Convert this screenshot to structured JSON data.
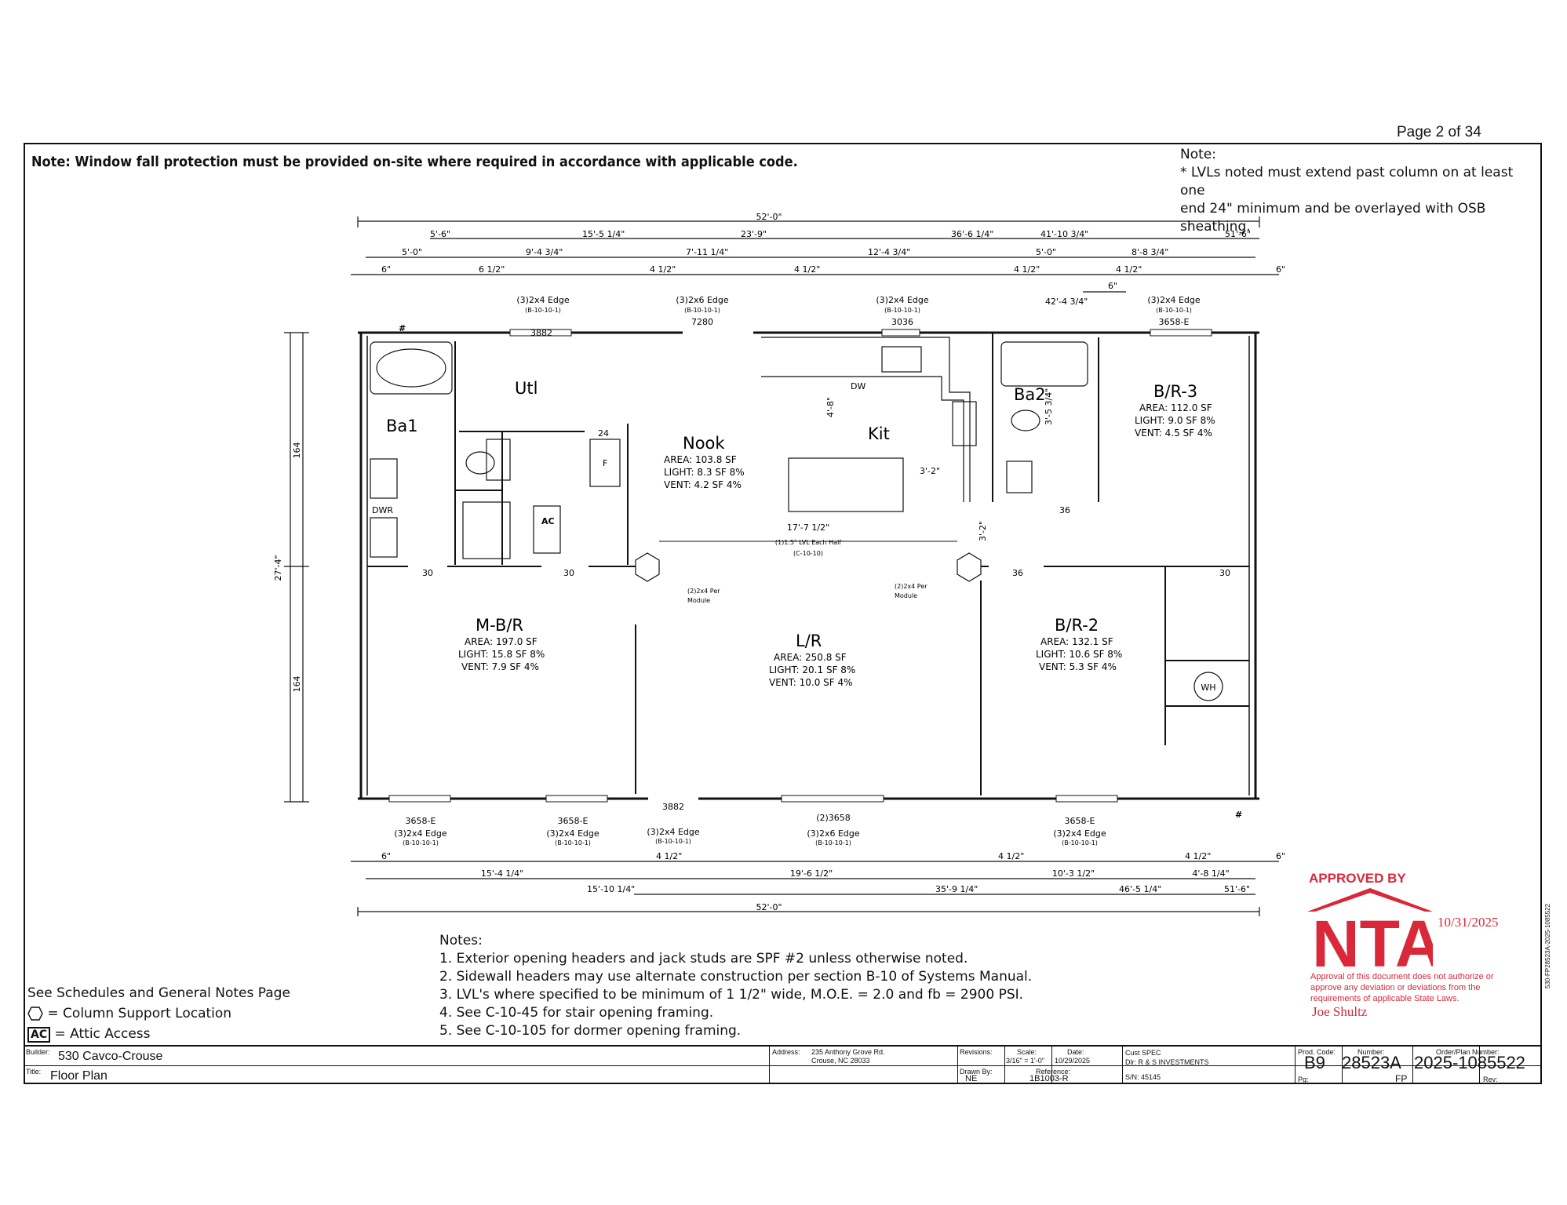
{
  "page_label": "Page 2 of 34",
  "top_note": "Note:  Window fall protection must be provided on-site where required in accordance with applicable code.",
  "lvl_note": {
    "heading": "Note:",
    "line1": "* LVLs noted must extend past column on at least one",
    "line2": "end 24\" minimum and be overlayed with OSB sheathing."
  },
  "dimensions_top": {
    "overall": "52'-0\"",
    "d1": "5'-6\"",
    "d2": "15'-5 1/4\"",
    "d3": "23'-9\"",
    "d4": "36'-6 1/4\"",
    "d5": "41'-10 3/4\"",
    "d6": "51'-6\"",
    "e1": "5'-0\"",
    "e2": "9'-4 3/4\"",
    "e3": "7'-11 1/4\"",
    "e4": "12'-4 3/4\"",
    "e5": "5'-0\"",
    "e6": "8'-8 3/4\"",
    "f1": "6\"",
    "f2": "6 1/2\"",
    "f3": "4 1/2\"",
    "f4": "4 1/2\"",
    "f5": "4 1/2\"",
    "f6": "4 1/2\"",
    "f7": "6\"",
    "g1": "6\"",
    "g2": "42'-4 3/4\""
  },
  "dimensions_bottom": {
    "overall": "52'-0\"",
    "a1": "6\"",
    "a2": "4 1/2\"",
    "a3": "4 1/2\"",
    "a4": "4 1/2\"",
    "a5": "6\"",
    "b1": "15'-4 1/4\"",
    "b2": "19'-6 1/2\"",
    "b3": "10'-3 1/2\"",
    "b4": "4'-8 1/4\"",
    "c1": "15'-10 1/4\"",
    "c2": "35'-9 1/4\"",
    "c3": "46'-5 1/4\"",
    "c4": "51'-6\""
  },
  "dimensions_left": {
    "overall": "27'-4\"",
    "upper": "164",
    "lower": "164"
  },
  "openings_top": [
    {
      "header": "(3)2x4 Edge",
      "ref": "(B-10-10-1)",
      "size": "3882"
    },
    {
      "header": "(3)2x6 Edge",
      "ref": "(B-10-10-1)",
      "size": "7280"
    },
    {
      "header": "(3)2x4 Edge",
      "ref": "(B-10-10-1)",
      "size": "3036"
    },
    {
      "header": "(3)2x4 Edge",
      "ref": "(B-10-10-1)",
      "size": "3658-E"
    }
  ],
  "openings_bottom": [
    {
      "size": "3658-E",
      "header": "(3)2x4 Edge",
      "ref": "(B-10-10-1)"
    },
    {
      "size": "3658-E",
      "header": "(3)2x4 Edge",
      "ref": "(B-10-10-1)"
    },
    {
      "size": "3882",
      "header": "(3)2x4 Edge",
      "ref": "(B-10-10-1)"
    },
    {
      "size": "(2)3658",
      "header": "(3)2x6 Edge",
      "ref": "(B-10-10-1)"
    },
    {
      "size": "3658-E",
      "header": "(3)2x4 Edge",
      "ref": "(B-10-10-1)"
    }
  ],
  "rooms": {
    "ba1": "Ba1",
    "utl": "Utl",
    "nook": {
      "name": "Nook",
      "area": "AREA: 103.8 SF",
      "light": "LIGHT: 8.3 SF 8%",
      "vent": "VENT: 4.2 SF 4%"
    },
    "kit": "Kit",
    "ba2": "Ba2",
    "br3": {
      "name": "B/R-3",
      "area": "AREA: 112.0 SF",
      "light": "LIGHT: 9.0 SF 8%",
      "vent": "VENT: 4.5 SF 4%"
    },
    "mbr": {
      "name": "M-B/R",
      "area": "AREA: 197.0 SF",
      "light": "LIGHT: 15.8 SF 8%",
      "vent": "VENT: 7.9 SF 4%"
    },
    "lr": {
      "name": "L/R",
      "area": "AREA: 250.8 SF",
      "light": "LIGHT: 20.1 SF 8%",
      "vent": "VENT: 10.0 SF 4%"
    },
    "br2": {
      "name": "B/R-2",
      "area": "AREA: 132.1 SF",
      "light": "LIGHT: 10.6 SF 8%",
      "vent": "VENT: 5.3 SF 4%"
    }
  },
  "fixtures": {
    "dwr": "DWR",
    "ac": "AC",
    "f": "F",
    "dw": "DW",
    "wh": "WH",
    "hash": "#",
    "door30": "30",
    "door36": "36",
    "door24": "24",
    "kit_dim1": "4'-8\"",
    "kit_dim2": "3'-2\"",
    "ba2_dim": "3'-5 3/4\"",
    "lr_dim": "3'-2\""
  },
  "beam": {
    "span": "17'-7 1/2\"",
    "spec": "(1)1.5\" LVL Each Half",
    "ref": "(C-10-10)"
  },
  "posts": {
    "left": "(2)2x4 Per",
    "left2": "Module",
    "right": "(2)2x4 Per",
    "right2": "Module"
  },
  "notes": {
    "heading": "Notes:",
    "items": [
      "1. Exterior opening headers and jack studs are SPF #2 unless otherwise noted.",
      "2. Sidewall headers may use alternate construction per section B-10 of Systems Manual.",
      "3. LVL's where specified to be minimum of 1 1/2\" wide, M.O.E. = 2.0 and fb = 2900 PSI.",
      "4. See C-10-45 for stair opening framing.",
      "5. See C-10-105 for dormer opening framing."
    ]
  },
  "legend": {
    "schedules": "See Schedules and General Notes Page",
    "column": "= Column Support Location",
    "ac_icon": "AC",
    "attic": "= Attic Access"
  },
  "title_block": {
    "builder_label": "Builder:",
    "builder": "530 Cavco-Crouse",
    "title_label": "Title:",
    "title": "Floor Plan",
    "address_label": "Address:",
    "address1": "235 Anthony Grove Rd.",
    "address2": "Crouse, NC 28033",
    "revisions_label": "Revisions:",
    "drawn_label": "Drawn By:",
    "drawn": "NE",
    "scale_label": "Scale:",
    "scale": "3/16\" = 1'-0\"",
    "date_label": "Date:",
    "date": "10/29/2025",
    "reference_label": "Reference:",
    "reference": "1B1003-R",
    "cust": "Cust SPEC",
    "dlr": "Dlr: R & S INVESTMENTS",
    "sn": "S/N: 45145",
    "prod_label": "Prod. Code:",
    "prod": "B9",
    "number_label": "Number:",
    "number": "28523A",
    "order_label": "Order/Plan Number:",
    "order": "2025-1085522",
    "pg_label": "Pg:",
    "pg": "FP",
    "rev_label": "Rev:"
  },
  "stamp": {
    "approved": "APPROVED BY",
    "brand": "NTA",
    "date": "10/31/2025",
    "disclaimer": "Approval of this document does not authorize or approve any deviation or deviations from the requirements of applicable State Laws.",
    "signature": "Joe Shultz",
    "color": "#d9283a"
  },
  "side_id": "530-FP28523A-2025-1085522"
}
